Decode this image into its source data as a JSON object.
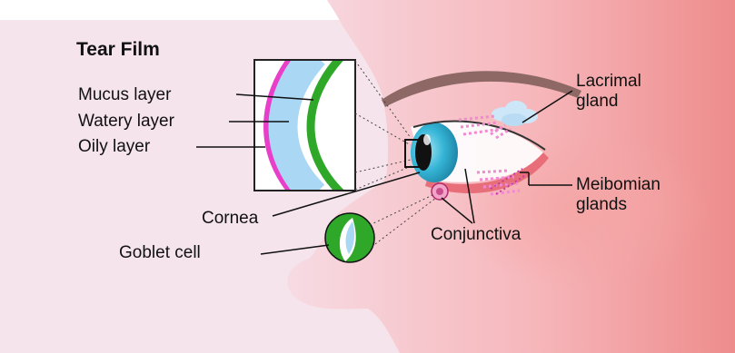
{
  "diagram": {
    "title": "Tear Film",
    "labels": {
      "mucus_layer": "Mucus layer",
      "watery_layer": "Watery layer",
      "oily_layer": "Oily layer",
      "cornea": "Cornea",
      "goblet_cell": "Goblet cell",
      "conjunctiva": "Conjunctiva",
      "lacrimal_gland_line1": "Lacrimal",
      "lacrimal_gland_line2": "gland",
      "meibomian_glands_line1": "Meibomian",
      "meibomian_glands_line2": "glands"
    },
    "colors": {
      "skin_light": "#f6e6ec",
      "skin_mid": "#f2b8b8",
      "skin_dark": "#ef8e8e",
      "mucus_layer": "#e83ec9",
      "watery_layer": "#a9d7f4",
      "oily_layer": "#2fa82a",
      "eye_blue": "#36b5d6",
      "gland_pink": "#f08ad2",
      "goblet_green": "#2fa82a"
    }
  }
}
